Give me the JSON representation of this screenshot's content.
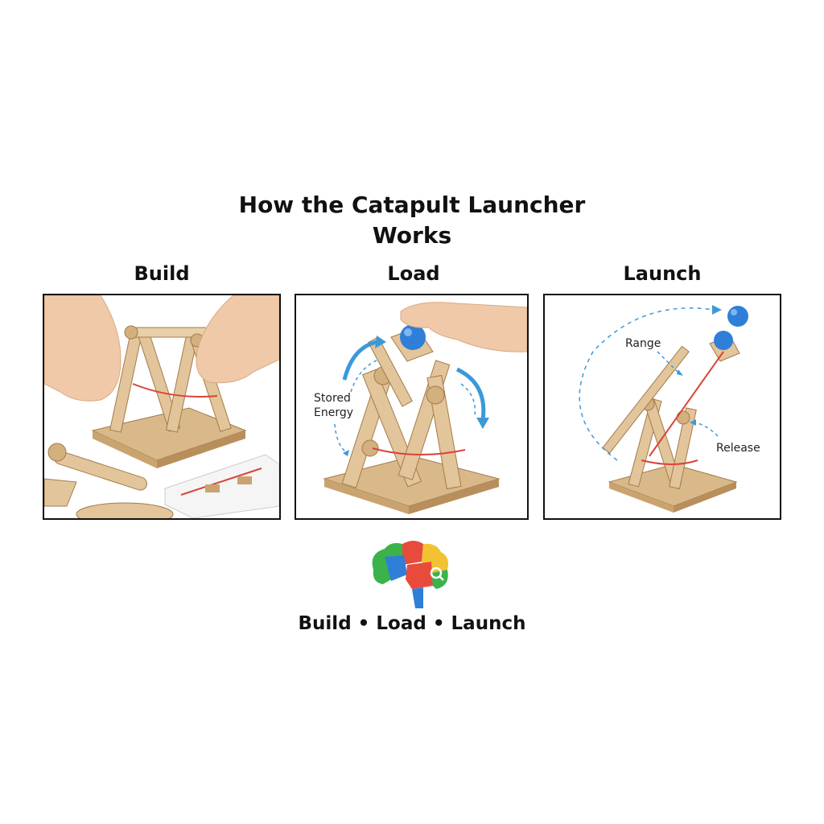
{
  "title_line1": "How the Catapult Launcher",
  "title_line2": "Works",
  "steps": [
    {
      "label": "Build"
    },
    {
      "label": "Load"
    },
    {
      "label": "Launch"
    }
  ],
  "annotations": {
    "stored_line1": "Stored",
    "stored_line2": "Energy",
    "range": "Range",
    "release": "Release"
  },
  "footer": "Build • Load • Launch",
  "icons": [
    "brain-puzzle-icon",
    "magnifier-icon"
  ],
  "colors": {
    "wood": "#e2c59a",
    "wood_dark": "#b98e5c",
    "ball": "#2f7fd8",
    "arrow": "#3a9ad9",
    "band": "#d9443a"
  }
}
